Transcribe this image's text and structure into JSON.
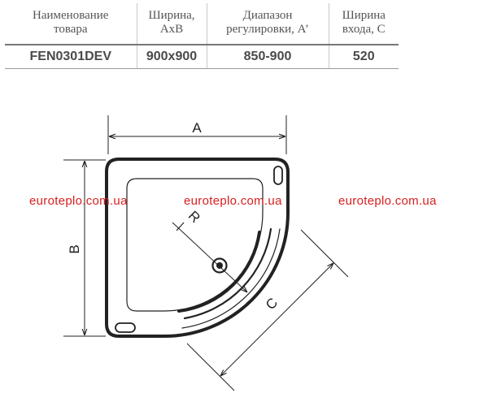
{
  "table": {
    "headers": [
      [
        "Наименование",
        "товара"
      ],
      [
        "Ширина,",
        "AxB"
      ],
      [
        "Диапазон",
        "регулировки, A’"
      ],
      [
        "Ширина",
        "входа, C"
      ]
    ],
    "row": [
      "FEN0301DEV",
      "900x900",
      "850-900",
      "520"
    ]
  },
  "diagram": {
    "labels": {
      "a": "A",
      "b": "B",
      "c": "C",
      "r": "R"
    },
    "watermarks": [
      "euroteplo.com.ua",
      "euroteplo.com.ua",
      "euroteplo.com.ua"
    ],
    "colors": {
      "line": "#222222",
      "watermark": "#d71f1f"
    }
  }
}
